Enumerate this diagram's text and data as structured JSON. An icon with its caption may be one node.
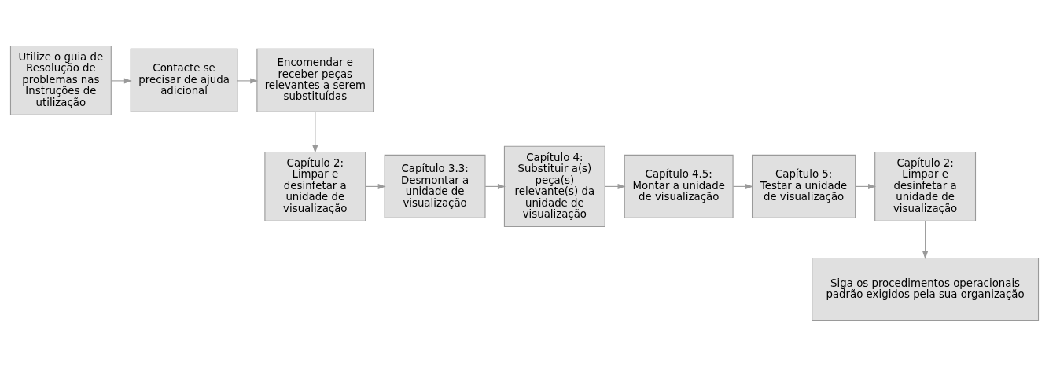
{
  "diagram": {
    "nodes": [
      {
        "text": [
          "Utilize o guia de Resolução de problemas nas Instruções de utilização"
        ]
      },
      {
        "text": [
          "Contacte se precisar de ajuda adicional"
        ]
      },
      {
        "text": [
          "Encomendar e receber peças relevantes a serem substituídas"
        ]
      },
      {
        "text": [
          "Capítulo 2:",
          "Limpar e desinfetar a unidade de visualização"
        ]
      },
      {
        "text": [
          "Capítulo 3.3:",
          "Desmontar a unidade de visualização"
        ]
      },
      {
        "text": [
          "Capítulo 4:",
          "Substituir a(s) peça(s) relevante(s) da unidade de visualização"
        ]
      },
      {
        "text": [
          "Capítulo 4.5:",
          "Montar a unidade de visualização"
        ]
      },
      {
        "text": [
          "Capítulo 5:",
          "Testar a unidade de visualização"
        ]
      },
      {
        "text": [
          "Capítulo 2:",
          "Limpar e desinfetar a unidade de visualização"
        ]
      },
      {
        "text": [
          "Siga os procedimentos operacionais padrão exigidos pela sua organização"
        ]
      }
    ],
    "edges": [
      {
        "from": 0,
        "to": 1,
        "arrow": "to"
      },
      {
        "from": 1,
        "to": 2,
        "arrow": "to"
      },
      {
        "from": 2,
        "to": 3,
        "arrow": "to"
      },
      {
        "from": 3,
        "to": 4,
        "arrow": "to"
      },
      {
        "from": 4,
        "to": 5,
        "arrow": "to"
      },
      {
        "from": 5,
        "to": 6,
        "arrow": "to"
      },
      {
        "from": 6,
        "to": 7,
        "arrow": "to"
      },
      {
        "from": 7,
        "to": 8,
        "arrow": "to"
      },
      {
        "from": 8,
        "to": 9,
        "arrow": "to"
      }
    ]
  }
}
